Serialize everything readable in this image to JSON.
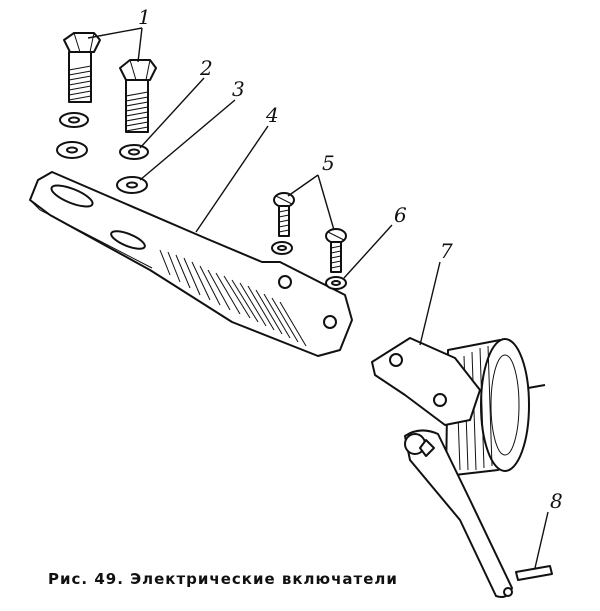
{
  "caption": "Рис. 49. Электрические включатели",
  "callouts": {
    "c1": "1",
    "c2": "2",
    "c3": "3",
    "c4": "4",
    "c5": "5",
    "c6": "6",
    "c7": "7",
    "c8": "8"
  }
}
